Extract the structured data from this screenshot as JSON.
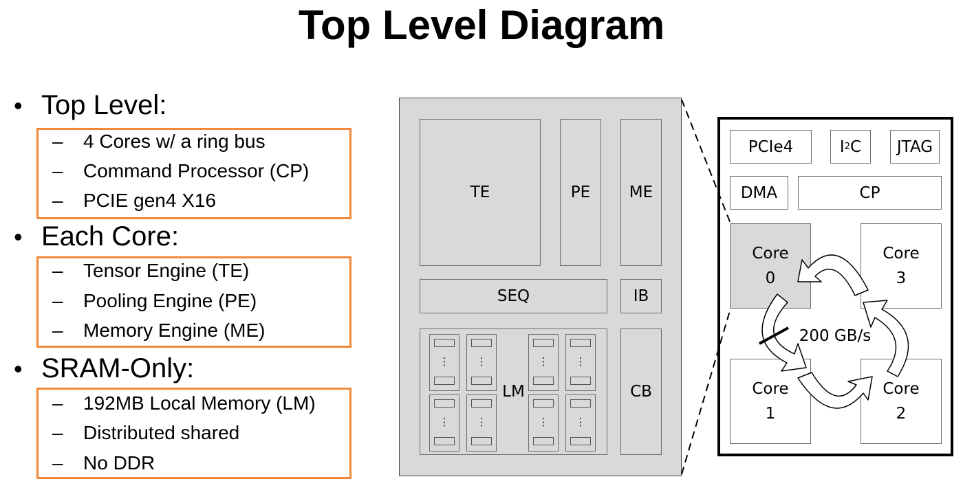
{
  "title": "Top Level Diagram",
  "bullet_glyph": "•",
  "dash_glyph": "–",
  "sections": [
    {
      "heading": "Top Level:",
      "items": [
        "4 Cores w/ a ring bus",
        "Command Processor (CP)",
        "PCIE gen4 X16"
      ]
    },
    {
      "heading": "Each Core:",
      "items": [
        "Tensor Engine (TE)",
        "Pooling Engine (PE)",
        "Memory Engine (ME)"
      ]
    },
    {
      "heading": "SRAM-Only:",
      "items": [
        "192MB Local Memory (LM)",
        "Distributed shared",
        "No DDR"
      ]
    }
  ],
  "core_detail": {
    "te": "TE",
    "pe": "PE",
    "me": "ME",
    "seq": "SEQ",
    "ib": "IB",
    "lm": "LM",
    "cb": "CB",
    "lm_dots": "⋮"
  },
  "chip": {
    "pcie": "PCIe4",
    "i2c_base": "I",
    "i2c_sup": "2",
    "i2c_tail": "C",
    "jtag": "JTAG",
    "dma": "DMA",
    "cp": "CP",
    "core0_line1": "Core",
    "core0_line2": "0",
    "core1_line1": "Core",
    "core1_line2": "1",
    "core2_line1": "Core",
    "core2_line2": "2",
    "core3_line1": "Core",
    "core3_line2": "3",
    "bandwidth": "200 GB/s"
  },
  "colors": {
    "accent_box": "#f0893a",
    "block_fill": "#d9d9d9",
    "block_border": "#6b6b6b"
  }
}
